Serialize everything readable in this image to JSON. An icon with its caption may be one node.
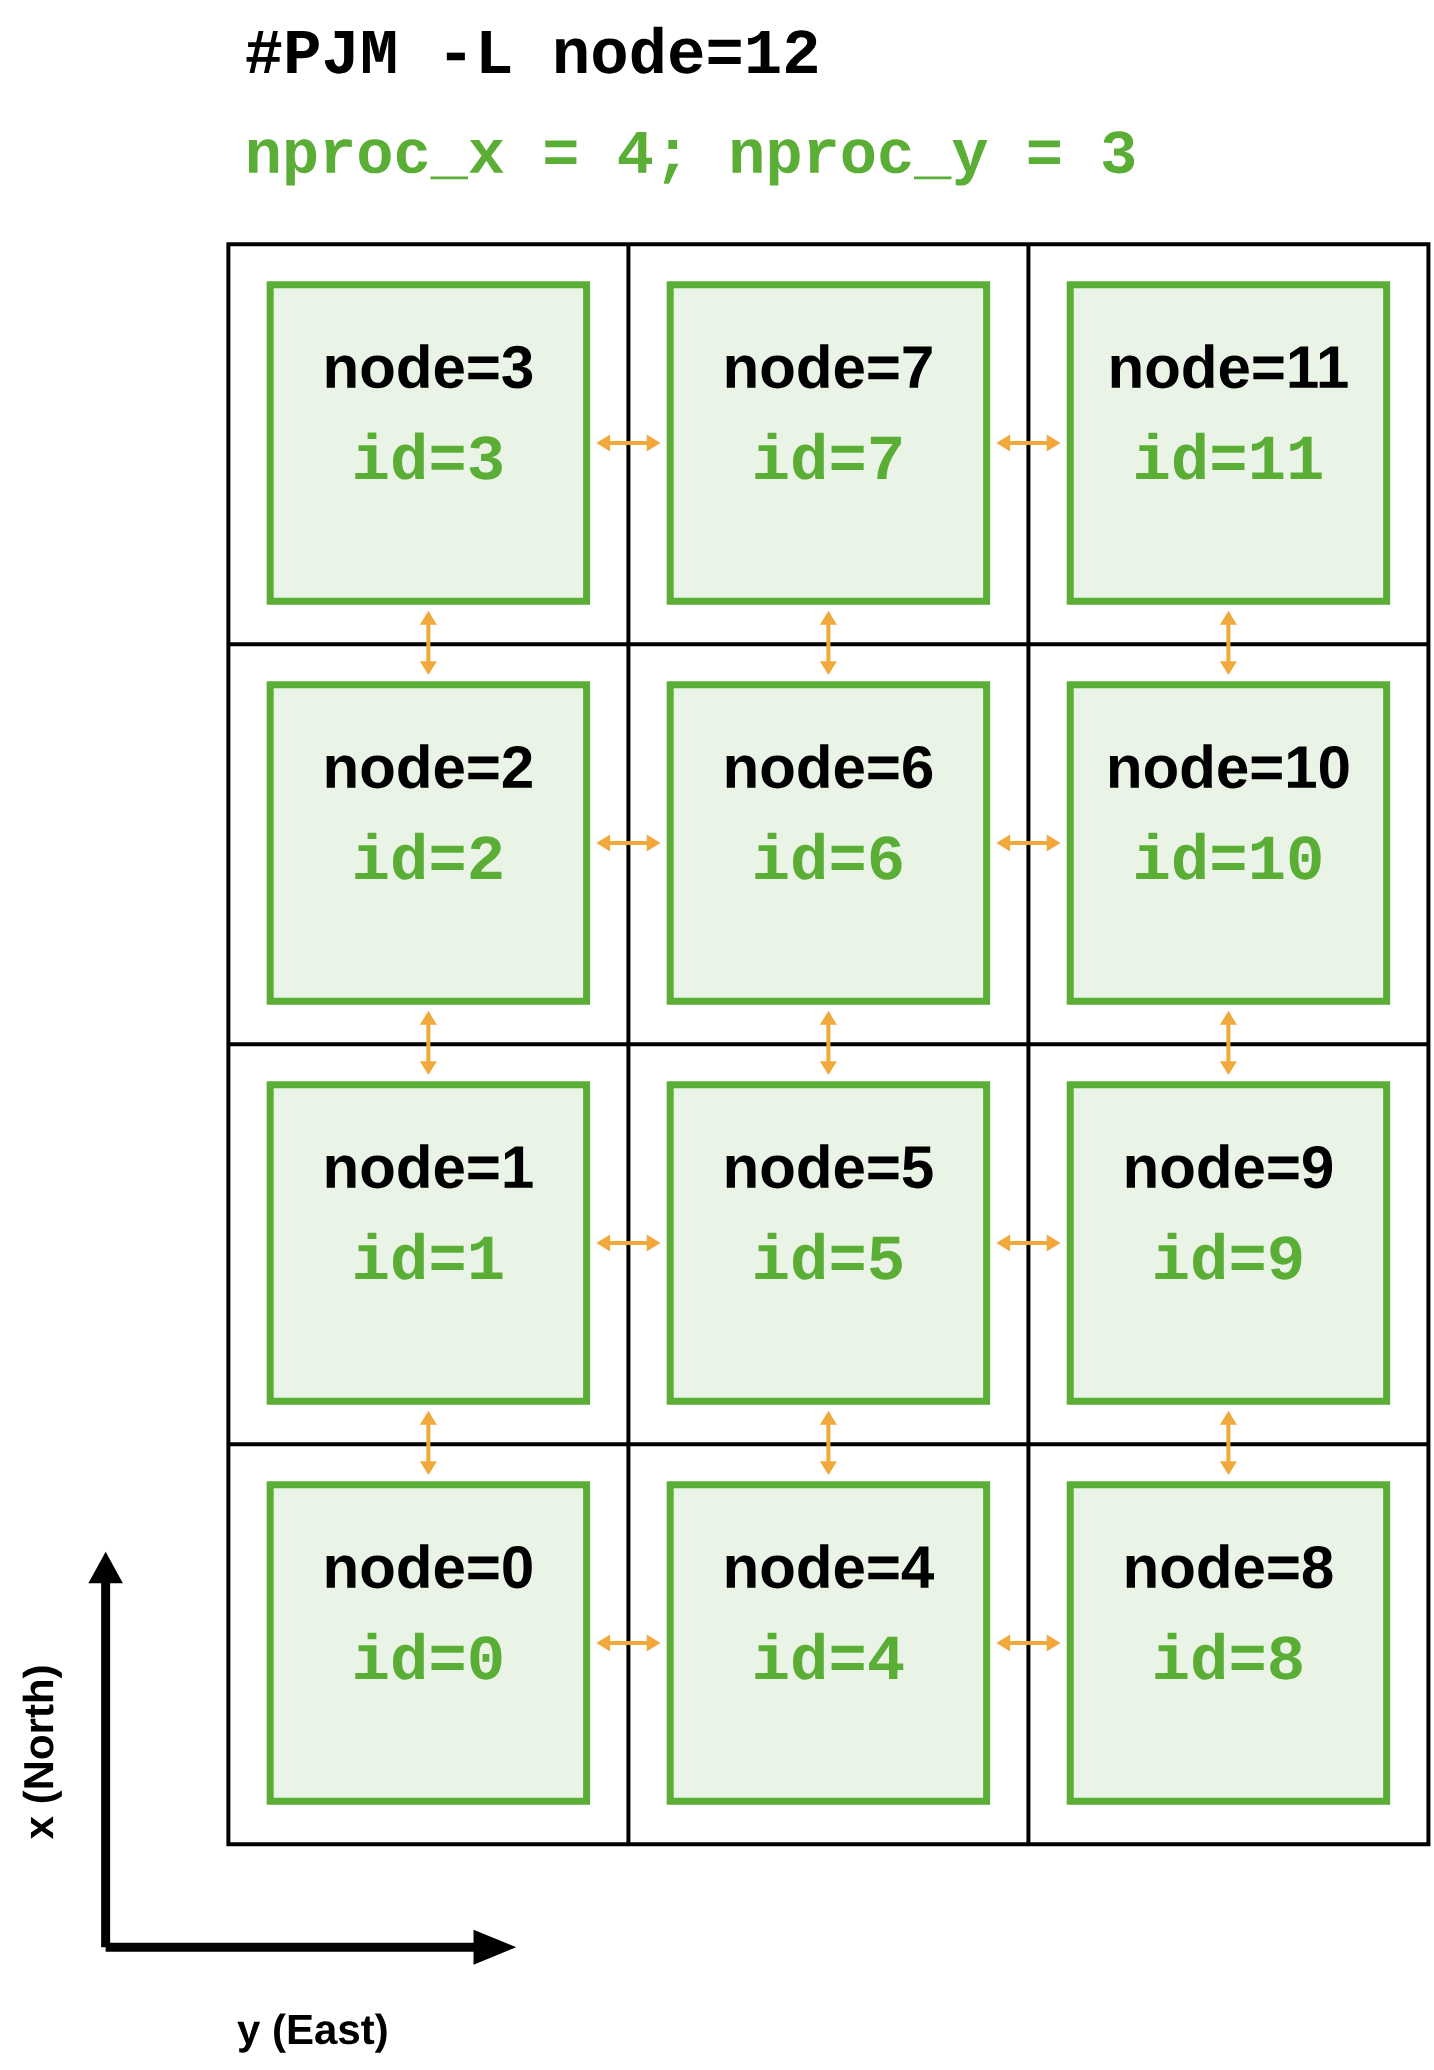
{
  "diagram": {
    "title": "#PJM -L node=12",
    "nodes": [
      {
        "text": [
          "node=3",
          "id=3"
        ]
      },
      {
        "text": [
          "node=7",
          "id=7"
        ]
      },
      {
        "text": [
          "node=11",
          "id=11"
        ]
      },
      {
        "text": [
          "node=2",
          "id=2"
        ]
      },
      {
        "text": [
          "node=6",
          "id=6"
        ]
      },
      {
        "text": [
          "node=10",
          "id=10"
        ]
      },
      {
        "text": [
          "node=1",
          "id=1"
        ]
      },
      {
        "text": [
          "node=5",
          "id=5"
        ]
      },
      {
        "text": [
          "node=9",
          "id=9"
        ]
      },
      {
        "text": [
          "node=0",
          "id=0"
        ]
      },
      {
        "text": [
          "node=4",
          "id=4"
        ]
      },
      {
        "text": [
          "node=8",
          "id=8"
        ]
      }
    ],
    "edges": [
      {
        "from": 0,
        "to": 1,
        "arrow": "both"
      },
      {
        "from": 1,
        "to": 2,
        "arrow": "both"
      },
      {
        "from": 0,
        "to": 3,
        "arrow": "both"
      },
      {
        "from": 1,
        "to": 4,
        "arrow": "both"
      },
      {
        "from": 2,
        "to": 5,
        "arrow": "both"
      },
      {
        "from": 3,
        "to": 4,
        "arrow": "both"
      },
      {
        "from": 4,
        "to": 5,
        "arrow": "both"
      },
      {
        "from": 3,
        "to": 6,
        "arrow": "both"
      },
      {
        "from": 4,
        "to": 7,
        "arrow": "both"
      },
      {
        "from": 5,
        "to": 8,
        "arrow": "both"
      },
      {
        "from": 6,
        "to": 7,
        "arrow": "both"
      },
      {
        "from": 7,
        "to": 8,
        "arrow": "both"
      },
      {
        "from": 6,
        "to": 9,
        "arrow": "both"
      },
      {
        "from": 7,
        "to": 10,
        "arrow": "both"
      },
      {
        "from": 8,
        "to": 11,
        "arrow": "both"
      },
      {
        "from": 9,
        "to": 10,
        "arrow": "both"
      },
      {
        "from": 10,
        "to": 11,
        "arrow": "both"
      }
    ],
    "labels": [
      "nproc_x = 4; nproc_y = 3",
      "x (North)",
      "y (East)"
    ]
  }
}
